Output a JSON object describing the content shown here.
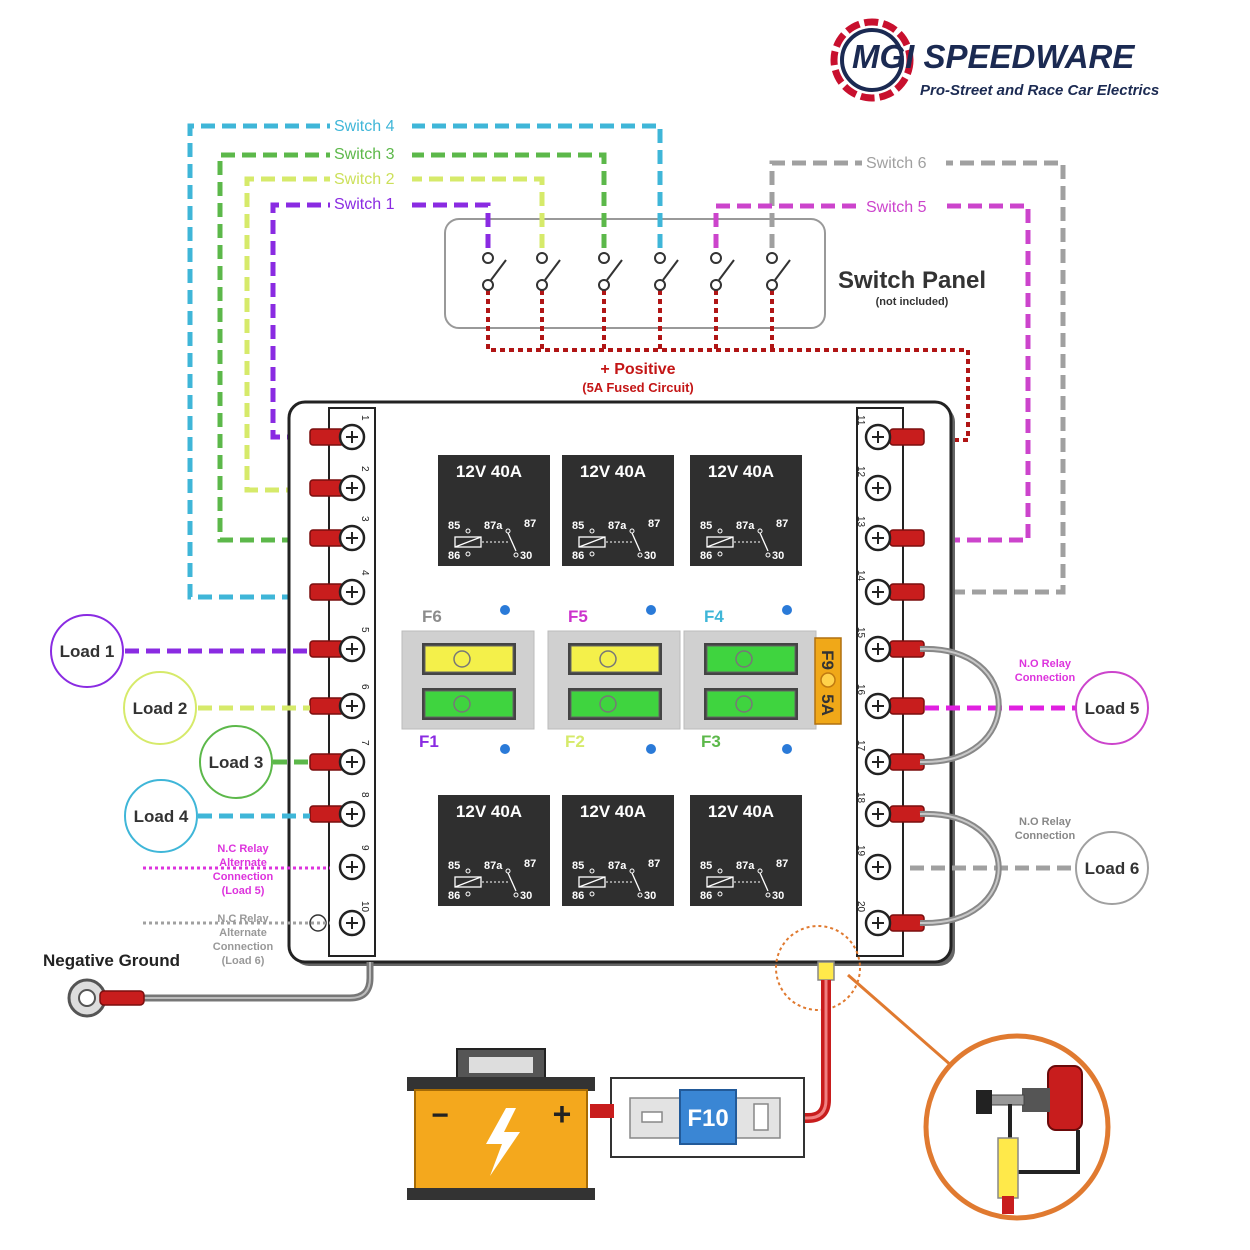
{
  "brand": {
    "name": "MGI SPEEDWARE",
    "tagline": "Pro-Street and Race Car Electrics",
    "colors": {
      "navy": "#1b2a52",
      "red": "#c8102e"
    }
  },
  "switch_panel": {
    "title": "Switch Panel",
    "note": "(not included)",
    "switch_count": 6
  },
  "positive": {
    "label": "+ Positive",
    "note": "(5A Fused Circuit)",
    "color": "#b01515"
  },
  "switch_wires": [
    {
      "label": "Switch 4",
      "color": "#3fb6d8"
    },
    {
      "label": "Switch 3",
      "color": "#5cb84a"
    },
    {
      "label": "Switch 2",
      "color": "#d6ea6a"
    },
    {
      "label": "Switch 1",
      "color": "#8a2be2"
    },
    {
      "label": "Switch 6",
      "color": "#a0a0a0"
    },
    {
      "label": "Switch 5",
      "color": "#cc44cc"
    }
  ],
  "relays": {
    "label": "12V 40A",
    "pins": {
      "p85": "85",
      "p86": "86",
      "p87a": "87a",
      "p87": "87",
      "p30": "30"
    }
  },
  "fuses": {
    "top_labels": [
      {
        "text": "F6",
        "color": "#8c8c8c"
      },
      {
        "text": "F5",
        "color": "#cc33cc"
      },
      {
        "text": "F4",
        "color": "#3fb6d8"
      }
    ],
    "bottom_labels": [
      {
        "text": "F1",
        "color": "#8a2be2"
      },
      {
        "text": "F2",
        "color": "#d6ea6a"
      },
      {
        "text": "F3",
        "color": "#5cb84a"
      }
    ],
    "f9": "F9",
    "f9_rating": "5A",
    "f10": "F10"
  },
  "terminals": {
    "left": [
      "1",
      "2",
      "3",
      "4",
      "5",
      "6",
      "7",
      "8",
      "9",
      "10"
    ],
    "right": [
      "11",
      "12",
      "13",
      "14",
      "15",
      "16",
      "17",
      "18",
      "19",
      "20"
    ]
  },
  "loads": [
    {
      "label": "Load 1",
      "color": "#8a2be2"
    },
    {
      "label": "Load 2",
      "color": "#d6ea6a"
    },
    {
      "label": "Load 3",
      "color": "#5cb84a"
    },
    {
      "label": "Load 4",
      "color": "#3fb6d8"
    },
    {
      "label": "Load 5",
      "color": "#cc44cc"
    },
    {
      "label": "Load 6",
      "color": "#a0a0a0"
    }
  ],
  "annotations": {
    "no_relay_1": [
      "N.O Relay",
      "Connection"
    ],
    "no_relay_2": [
      "N.O Relay",
      "Connection"
    ],
    "nc_alt_5": [
      "N.C Relay",
      "Alternate",
      "Connection",
      "(Load 5)"
    ],
    "nc_alt_6": [
      "N.C Relay",
      "Alternate",
      "Connection",
      "(Load 6)"
    ],
    "negative_ground": "Negative Ground"
  },
  "battery": {
    "minus": "−",
    "plus": "+"
  }
}
